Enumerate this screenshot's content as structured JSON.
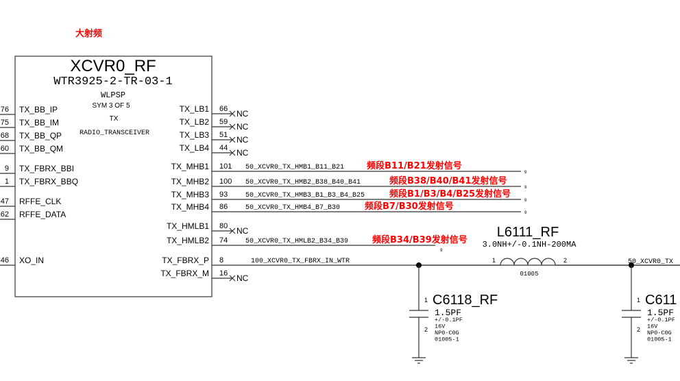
{
  "title_note": "大射频",
  "chip": {
    "ref": "XCVR0_RF",
    "part": "WTR3925-2-TR-03-1",
    "package": "WLPSP",
    "sym": "SYM 3 OF 5",
    "func": "TX",
    "type": "RADIO_TRANSCEIVER"
  },
  "left_pins": [
    {
      "num": "76",
      "name": "TX_BB_IP"
    },
    {
      "num": "75",
      "name": "TX_BB_IM"
    },
    {
      "num": "68",
      "name": "TX_BB_QP"
    },
    {
      "num": "60",
      "name": "TX_BB_QM"
    },
    {
      "num": "9",
      "name": "TX_FBRX_BBI"
    },
    {
      "num": "1",
      "name": "TX_FBRX_BBQ"
    },
    {
      "num": "47",
      "name": "RFFE_CLK"
    },
    {
      "num": "62",
      "name": "RFFE_DATA"
    },
    {
      "num": "46",
      "name": "XO_IN"
    }
  ],
  "right_pins": [
    {
      "num": "66",
      "name": "TX_LB1",
      "nc": "NC"
    },
    {
      "num": "59",
      "name": "TX_LB2",
      "nc": "NC"
    },
    {
      "num": "51",
      "name": "TX_LB3",
      "nc": "NC"
    },
    {
      "num": "44",
      "name": "TX_LB4",
      "nc": "NC"
    },
    {
      "num": "101",
      "name": "TX_MHB1",
      "net": "50_XCVR0_TX_HMB1_B11_B21",
      "note": "频段B11/B21发射信号"
    },
    {
      "num": "100",
      "name": "TX_MHB2",
      "net": "50_XCVR0_TX_HMB2_B38_B40_B41",
      "note": "频段B38/B40/B41发射信号"
    },
    {
      "num": "93",
      "name": "TX_MHB3",
      "net": "50_XCVR0_TX_HMB3_B1_B3_B4_B25",
      "note": "频段B1/B3/B4/B25发射信号"
    },
    {
      "num": "86",
      "name": "TX_MHB4",
      "net": "50_XCVR0_TX_HMB4_B7_B30",
      "note": "频段B7/B30发射信号"
    },
    {
      "num": "80",
      "name": "TX_HMLB1",
      "nc": "NC"
    },
    {
      "num": "74",
      "name": "TX_HMLB2",
      "net": "50_XCVR0_TX_HMLB2_B34_B39",
      "note": "频段B34/B39发射信号"
    },
    {
      "num": "8",
      "name": "TX_FBRX_P",
      "net": "100_XCVR0_TX_FBRX_IN_WTR"
    },
    {
      "num": "16",
      "name": "TX_FBRX_M",
      "nc": "NC"
    }
  ],
  "page_marker": "9",
  "inductor": {
    "ref": "L6111_RF",
    "value": "3.0NH+/-0.1NH-200MA",
    "pin1": "1",
    "pin2": "2",
    "package": "01005"
  },
  "cap1": {
    "ref": "C6118_RF",
    "value": "1.5PF",
    "tol": "+/-0.1PF",
    "volt": "16V",
    "diel": "NP0-C0G",
    "package": "01005-1",
    "pin1": "1",
    "pin2": "2"
  },
  "cap2": {
    "ref": "C611",
    "value": "1.5PF",
    "tol": "+/-0.1PF",
    "volt": "16V",
    "diel": "NP0-C0G",
    "package": "01005-1",
    "pin1": "1",
    "pin2": "2"
  },
  "out_net": "50_XCVR0_TX"
}
